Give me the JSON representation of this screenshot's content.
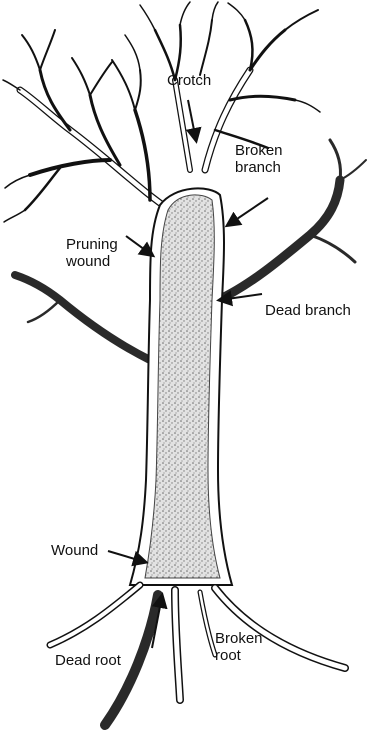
{
  "figure": {
    "labels": {
      "crotch": {
        "line1": "Crotch"
      },
      "broken_branch": {
        "line1": "Broken",
        "line2": "branch"
      },
      "pruning_wound": {
        "line1": "Pruning",
        "line2": "wound"
      },
      "dead_branch": {
        "line1": "Dead branch"
      },
      "wound": {
        "line1": "Wound"
      },
      "dead_root": {
        "line1": "Dead root"
      },
      "broken_root": {
        "line1": "Broken",
        "line2": "root"
      }
    }
  },
  "colors": {
    "ink": "#111111",
    "trunk_fill": "#d9d9d9",
    "bark_fill": "#ffffff",
    "dead_fill": "#3a3a3a"
  }
}
